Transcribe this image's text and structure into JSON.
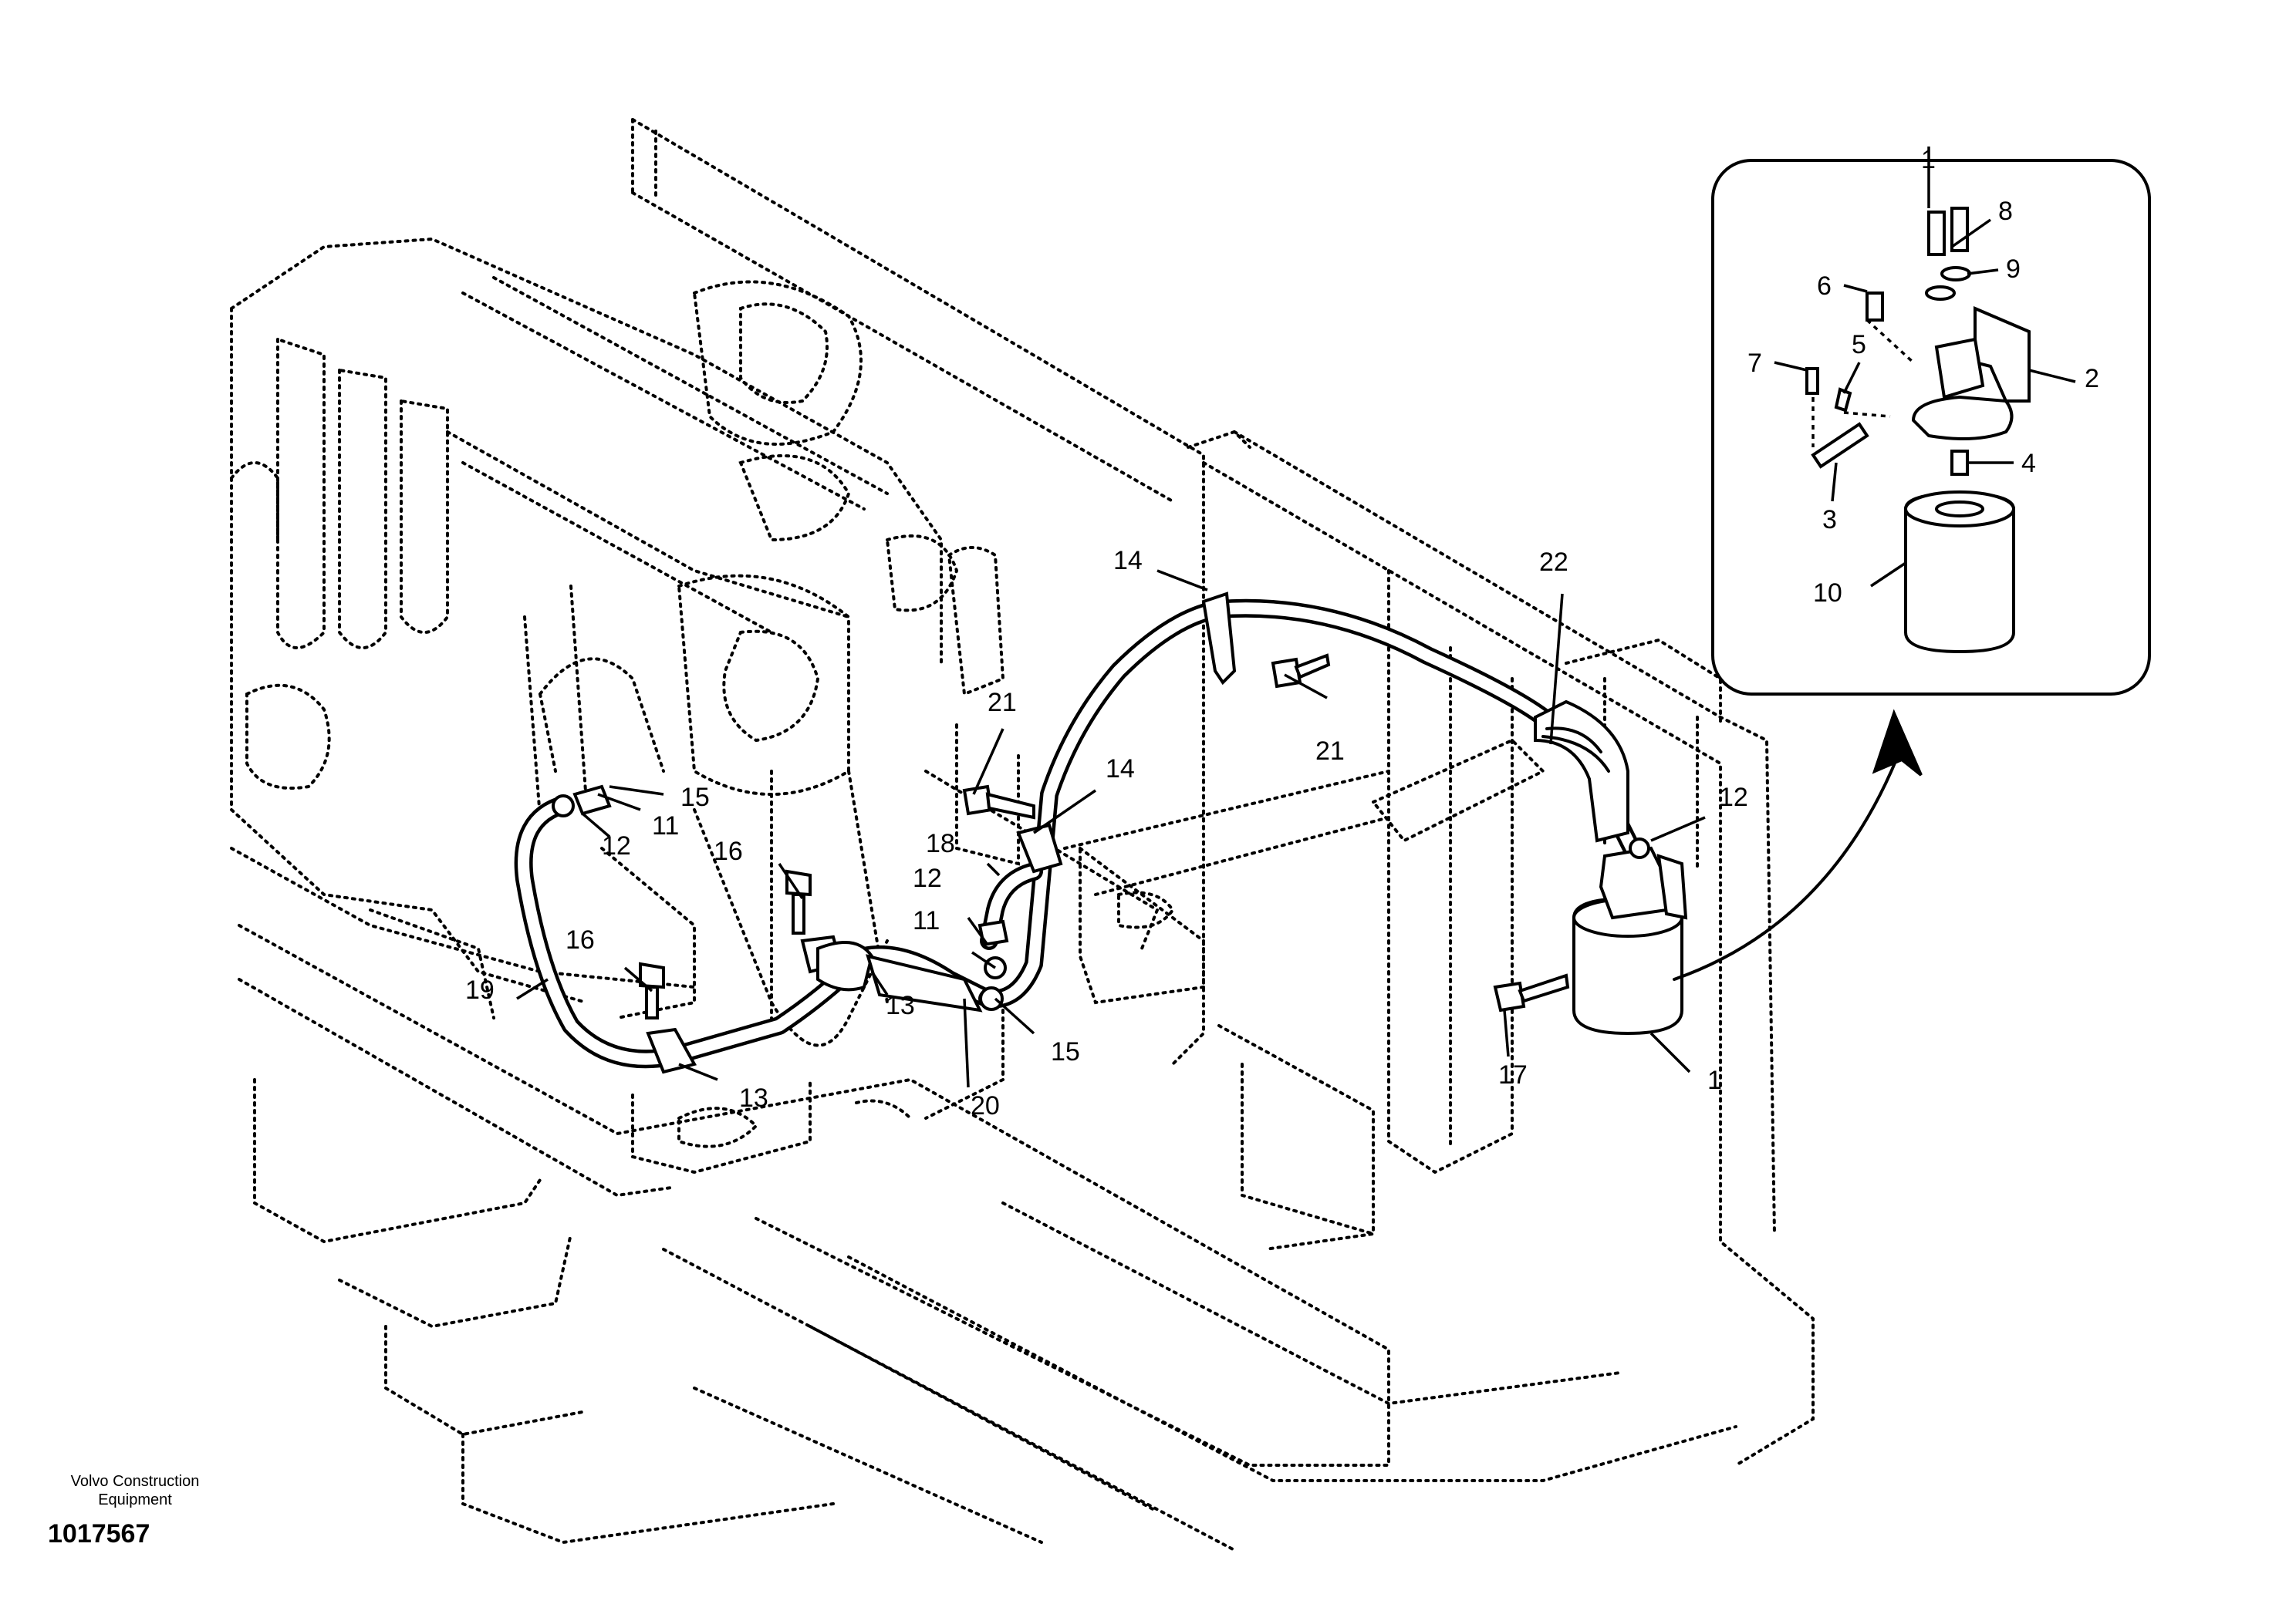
{
  "labels": {
    "main": [
      "1",
      "12",
      "13",
      "13",
      "14",
      "14",
      "15",
      "15",
      "16",
      "16",
      "17",
      "18",
      "19",
      "20",
      "21",
      "21",
      "22",
      "11",
      "11",
      "12",
      "12"
    ],
    "inset": [
      "1",
      "2",
      "3",
      "4",
      "5",
      "6",
      "7",
      "8",
      "9",
      "10"
    ]
  },
  "footer": {
    "maker_line1": "Volvo Construction",
    "maker_line2": "Equipment",
    "doc_number": "1017567"
  }
}
